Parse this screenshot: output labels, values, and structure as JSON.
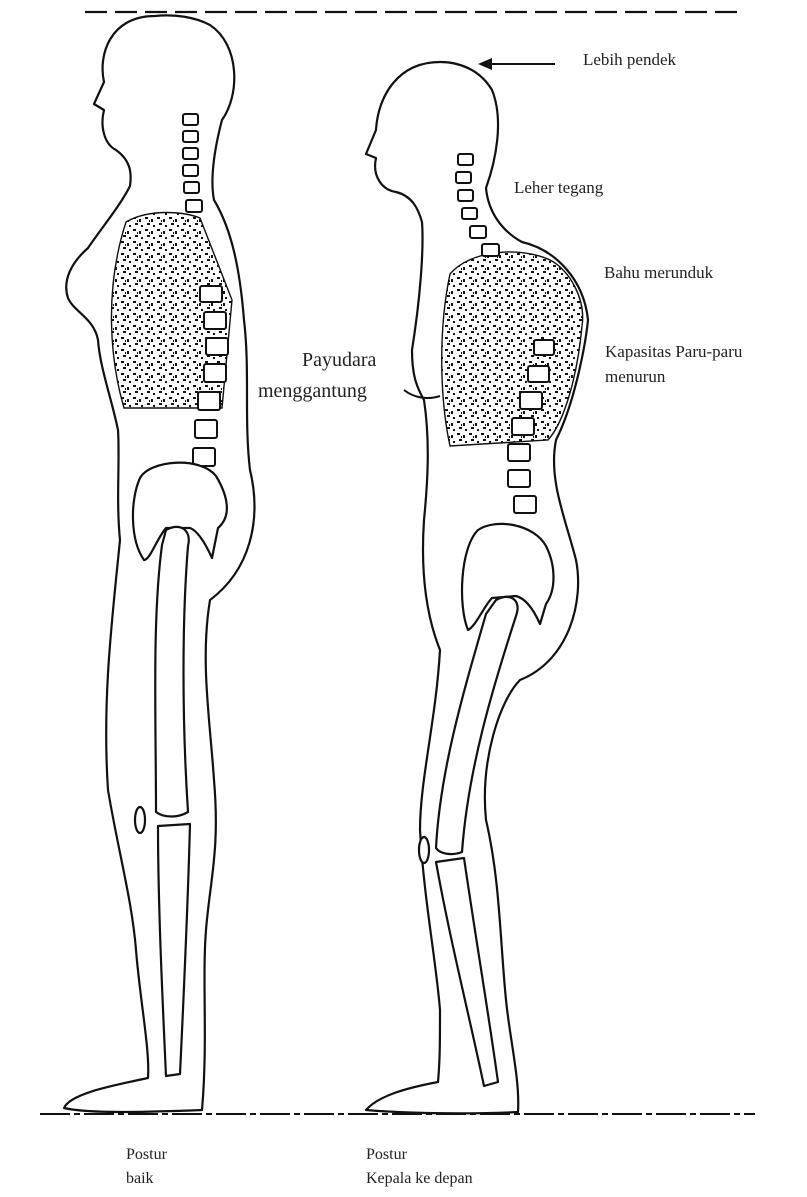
{
  "labels": {
    "short_neck": "Lebih pendek",
    "tense_neck": "Leher tegang",
    "drooping_shoulders": "Bahu merunduk",
    "lung_capacity_line1": "Kapasitas Paru-paru",
    "lung_capacity_line2": "menurun",
    "sagging_breast_line1": "Payudara",
    "sagging_breast_line2": "menggantung"
  },
  "captions": {
    "good_posture_line1": "Postur",
    "good_posture_line2": "baik",
    "forward_head_line1": "Postur",
    "forward_head_line2": "Kepala ke depan"
  }
}
